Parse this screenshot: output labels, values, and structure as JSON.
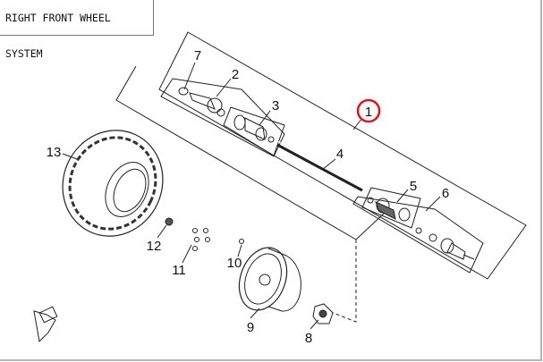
{
  "title": "RIGHT FRONT WHEEL SYSTEM",
  "highlight_color": "#e0141e",
  "callouts": [
    {
      "id": "1",
      "label": "1",
      "highlighted": true
    },
    {
      "id": "2",
      "label": "2"
    },
    {
      "id": "3",
      "label": "3"
    },
    {
      "id": "4",
      "label": "4"
    },
    {
      "id": "5",
      "label": "5"
    },
    {
      "id": "6",
      "label": "6"
    },
    {
      "id": "7",
      "label": "7"
    },
    {
      "id": "8",
      "label": "8"
    },
    {
      "id": "9",
      "label": "9"
    },
    {
      "id": "10",
      "label": "10"
    },
    {
      "id": "11",
      "label": "11"
    },
    {
      "id": "12",
      "label": "12"
    },
    {
      "id": "13",
      "label": "13"
    }
  ],
  "front_indicator_icon": "front-arrow-icon"
}
